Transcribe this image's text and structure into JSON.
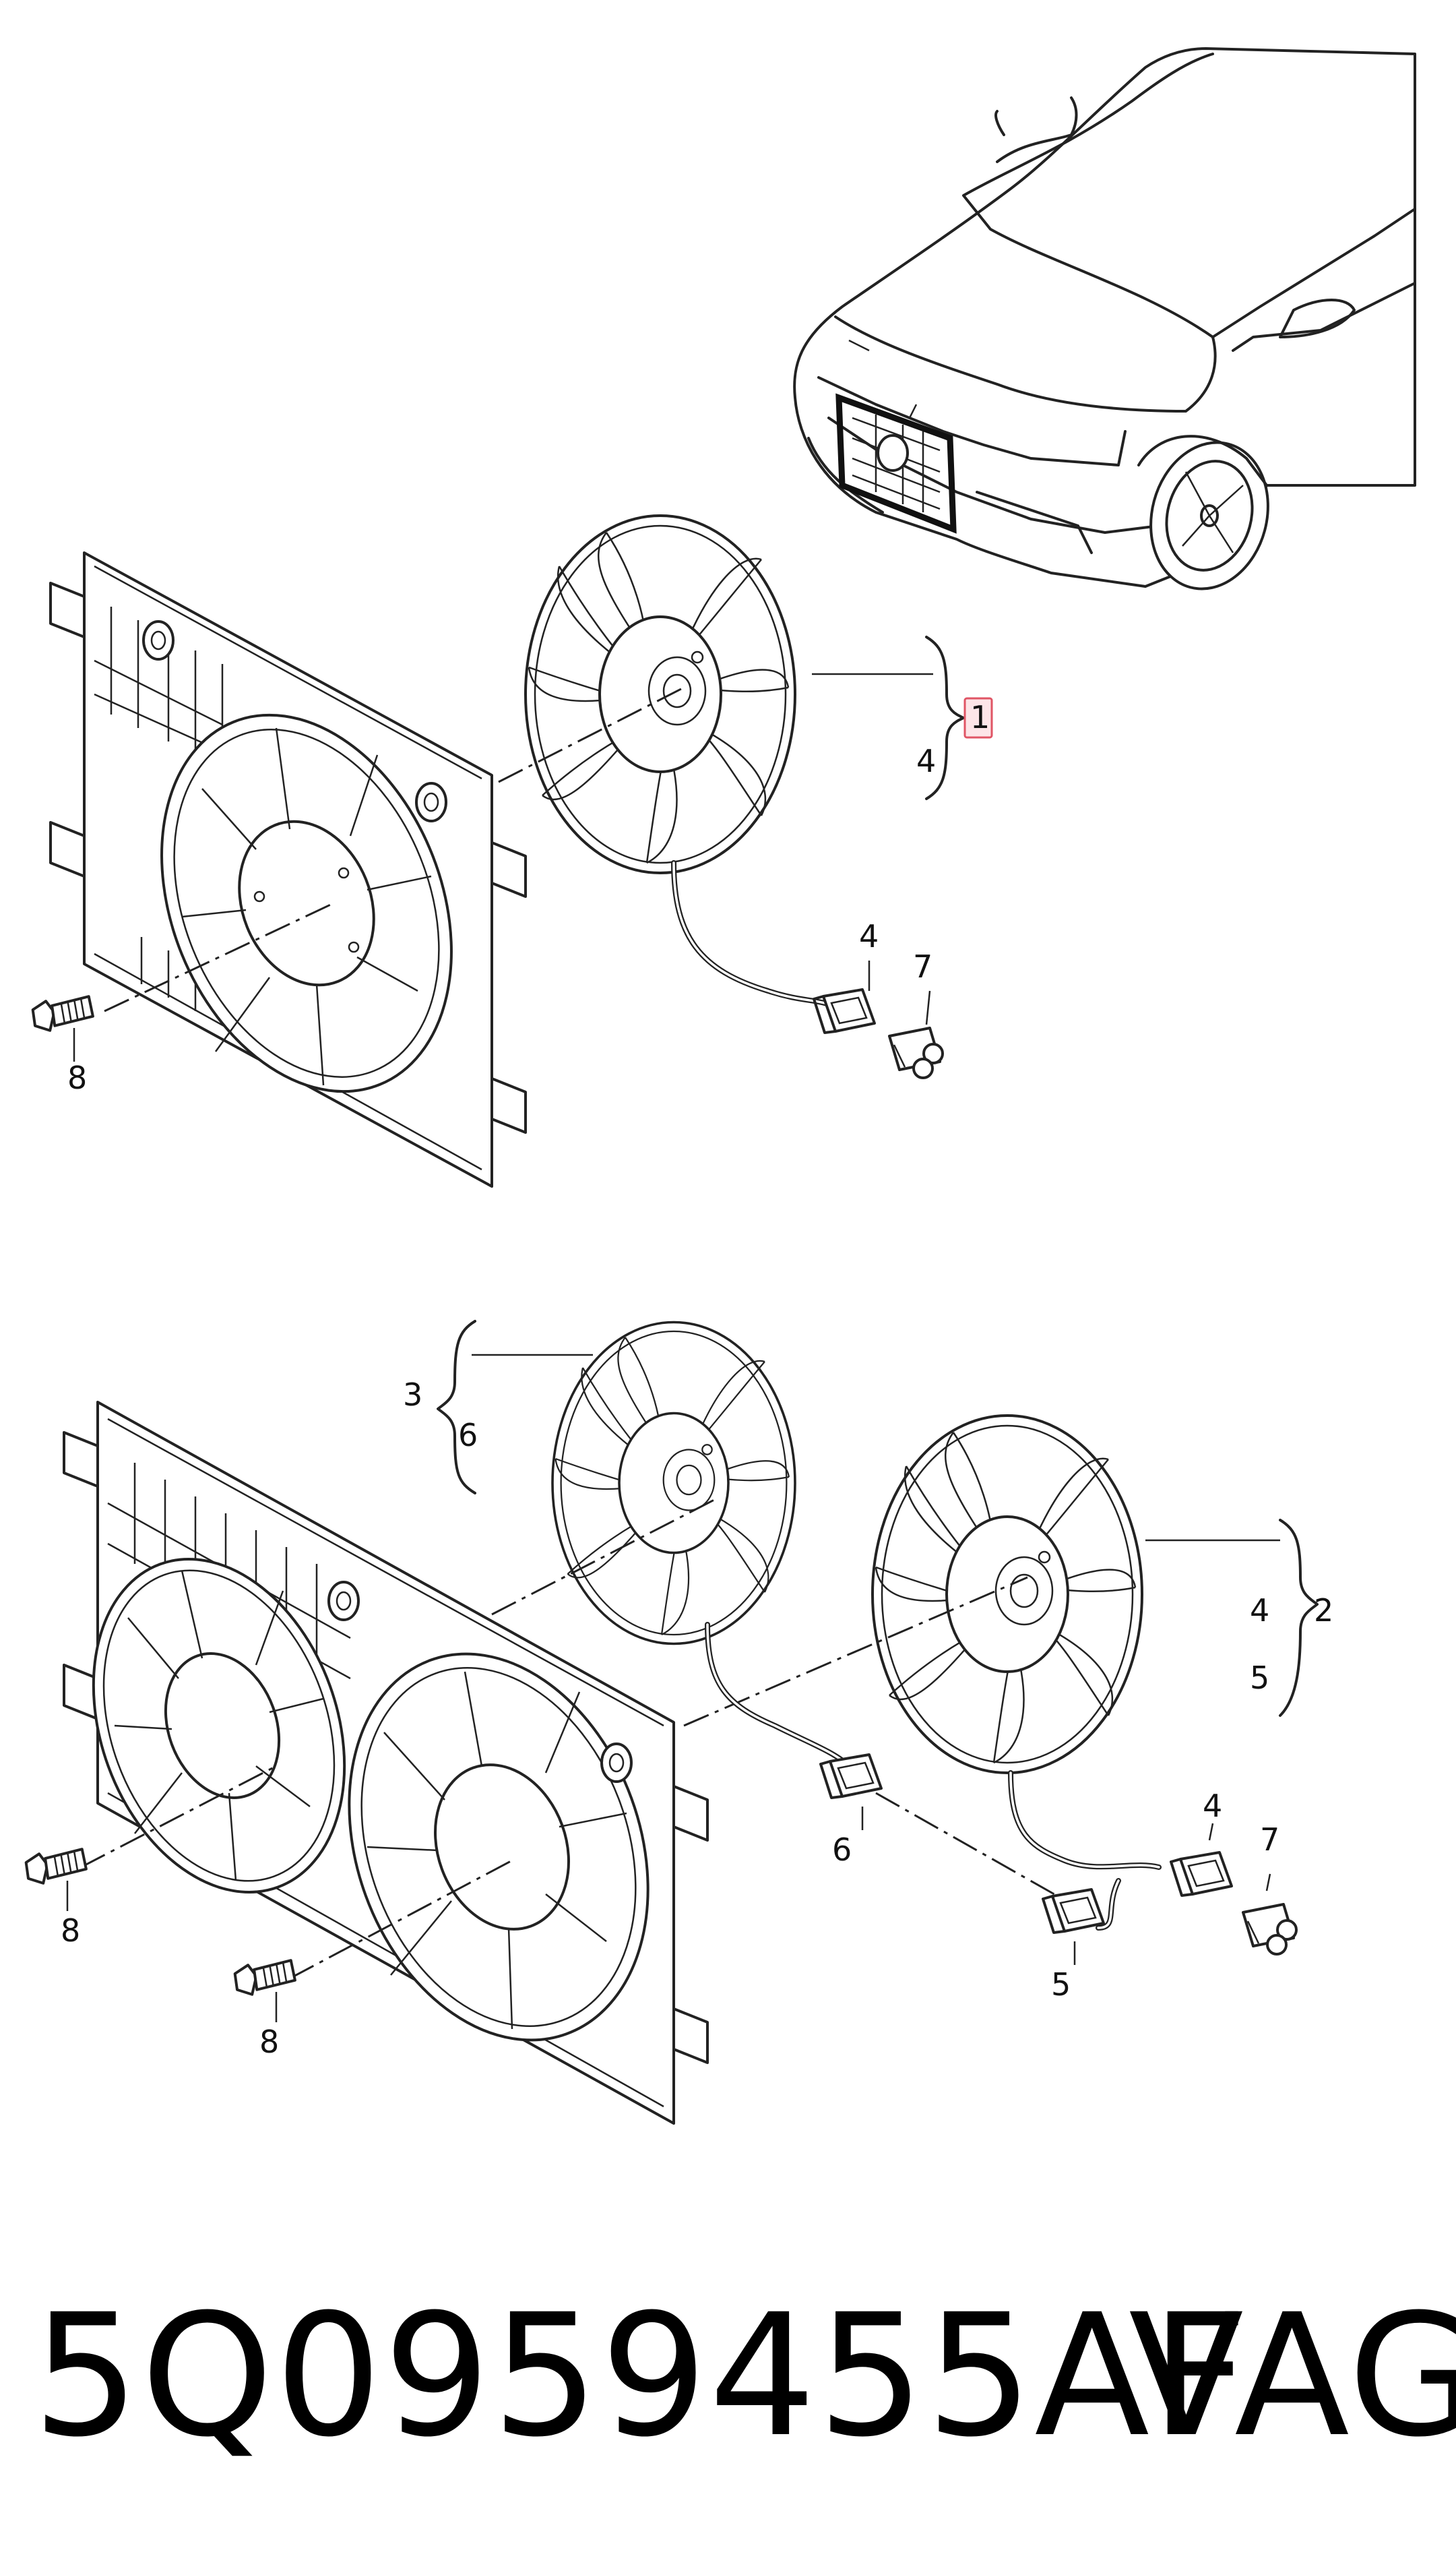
{
  "callouts": {
    "c1": "1",
    "c2": "2",
    "c3": "3",
    "c4": "4",
    "c5": "5",
    "c6": "6",
    "c7": "7",
    "c8": "8"
  },
  "highlight_color": "#e05565",
  "footer": {
    "part_number": "5Q0959455AF",
    "brand": "VAG"
  }
}
